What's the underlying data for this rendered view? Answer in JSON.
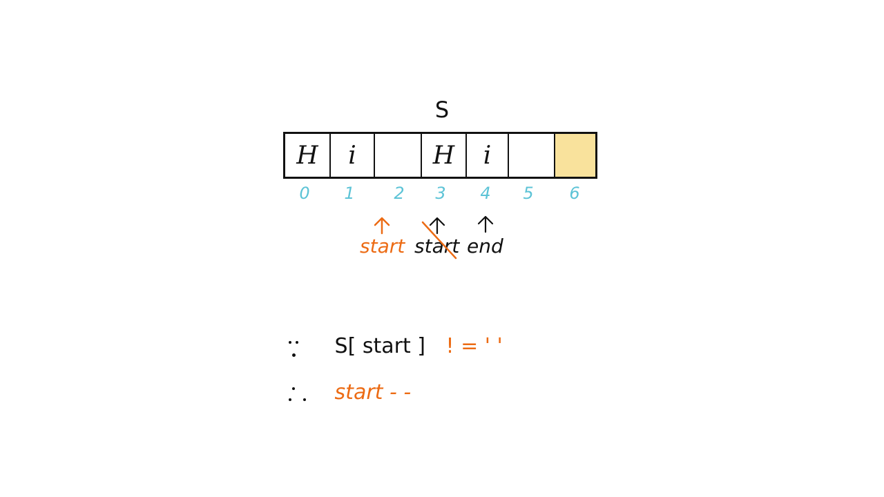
{
  "diagram": {
    "array_label": "S",
    "cells": [
      {
        "value": "H",
        "highlight": false
      },
      {
        "value": "i",
        "highlight": false
      },
      {
        "value": "",
        "highlight": false
      },
      {
        "value": "H",
        "highlight": false
      },
      {
        "value": "i",
        "highlight": false
      },
      {
        "value": "",
        "highlight": false
      },
      {
        "value": "",
        "highlight": true
      }
    ],
    "indices": [
      "0",
      "1",
      "2",
      "3",
      "4",
      "5",
      "6"
    ],
    "pointers": {
      "new_start_label": "start",
      "old_start_label": "start",
      "end_label": "end"
    },
    "colors": {
      "accent": "#ec6b14",
      "index": "#5cc3d6",
      "highlight": "#f9e29c",
      "ink": "#111111"
    }
  },
  "notes": {
    "line1": {
      "prefix": "S[ start ]",
      "condition": "! = ' '"
    },
    "line2": {
      "text": "start - -"
    }
  }
}
